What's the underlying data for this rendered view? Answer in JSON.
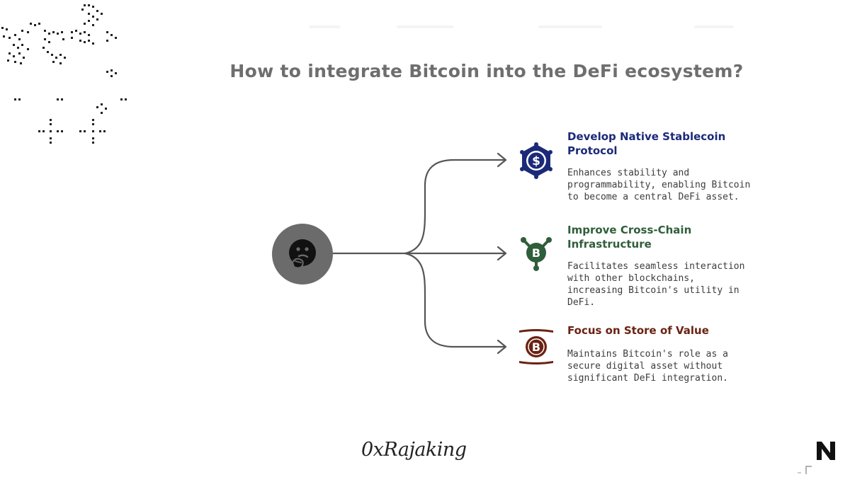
{
  "title": "How to integrate Bitcoin into the DeFi ecosystem?",
  "center": {
    "icon": "thinking-face-icon"
  },
  "items": [
    {
      "title": "Develop Native Stablecoin Protocol",
      "description": "Enhances stability and programmability, enabling Bitcoin to become a central DeFi asset.",
      "icon": "dollar-badge-icon",
      "color": "#1b2a78"
    },
    {
      "title": "Improve Cross-Chain Infrastructure",
      "description": "Facilitates seamless interaction with other blockchains, increasing Bitcoin's utility in DeFi.",
      "icon": "bitcoin-network-icon",
      "color": "#2f5e3a"
    },
    {
      "title": "Focus on Store of Value",
      "description": "Maintains Bitcoin's role as a secure digital asset without significant DeFi integration.",
      "icon": "bitcoin-scroll-icon",
      "color": "#6a2212"
    }
  ],
  "signature": "0xRajaking",
  "brand_icon": "n-logo-icon"
}
